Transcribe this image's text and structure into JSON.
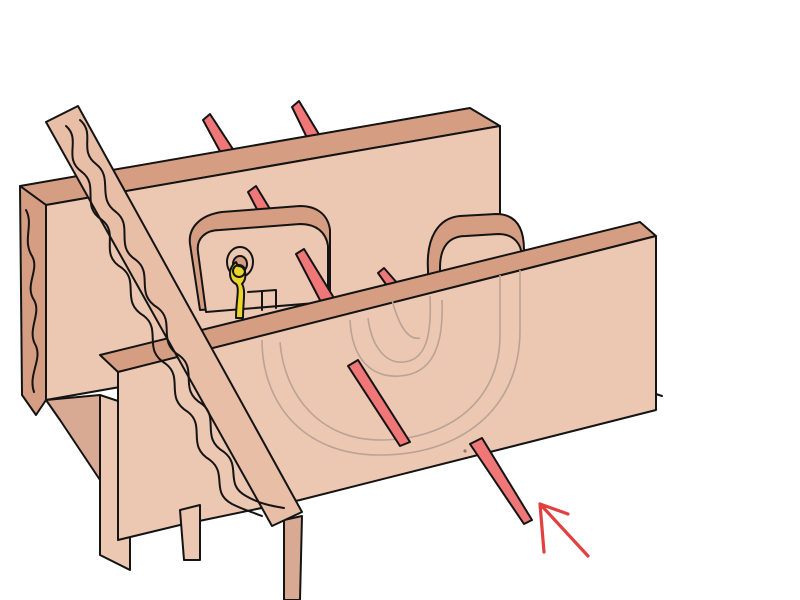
{
  "illustration": {
    "title": "",
    "colors": {
      "board_face": "#ecc7b2",
      "board_edge": "#d59e82",
      "board_shadow": "#d8aa93",
      "peg": "#ef7777",
      "hook": "#ecd52a",
      "arrow": "#e04040",
      "hidden_lines": "#b9a395",
      "ink": "#141414",
      "strap": "#e9bea6",
      "background": "#ffffff"
    },
    "parts": [
      "back-wall",
      "front-wall",
      "left-end-panel",
      "diagonal-brace",
      "pivot-block",
      "eye-hook",
      "rounded-block",
      "pegs",
      "hidden-u-channel",
      "pointer-arrow"
    ],
    "pegs": [
      {
        "id": "peg-back-1"
      },
      {
        "id": "peg-back-2"
      },
      {
        "id": "peg-pivot-top"
      },
      {
        "id": "peg-pivot-through"
      },
      {
        "id": "peg-inner"
      },
      {
        "id": "peg-front-exit"
      }
    ],
    "pointer": {
      "icon": "arrow-up-left-icon",
      "points_to": "peg-front-exit"
    }
  }
}
